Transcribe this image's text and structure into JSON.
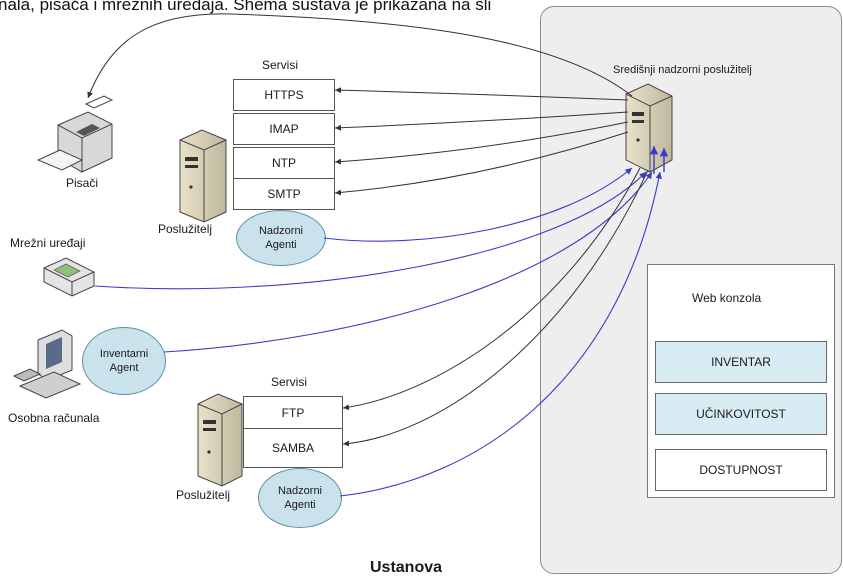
{
  "intro_text": "nala, pisača i mrežnih uređaja. Shema sustava je prikazana na sli",
  "institution_label": "Ustanova",
  "central_server_label": "Središnji nadzorni poslužitelj",
  "printers_label": "Pisači",
  "network_devices_label": "Mrežni uređaji",
  "pcs_label": "Osobna računala",
  "server1": {
    "services_title": "Servisi",
    "services": [
      "HTTPS",
      "IMAP",
      "NTP",
      "SMTP"
    ],
    "label": "Poslužitelj",
    "agent": "Nadzorni Agenti"
  },
  "server2": {
    "services_title": "Servisi",
    "services": [
      "FTP",
      "SAMBA"
    ],
    "label": "Poslužitelj",
    "agent": "Nadzorni Agenti"
  },
  "inventory_agent": "Inventarni Agent",
  "web_console": {
    "title": "Web konzola",
    "items": [
      "INVENTAR",
      "UČINKOVITOST",
      "DOSTUPNOST"
    ]
  },
  "colors": {
    "band_fill": "#eeeeee",
    "agent_fill": "#c9e2ec",
    "highlight_fill": "#d9ecf3",
    "link_blue": "#3b3bc7",
    "link_dark": "#333333"
  }
}
